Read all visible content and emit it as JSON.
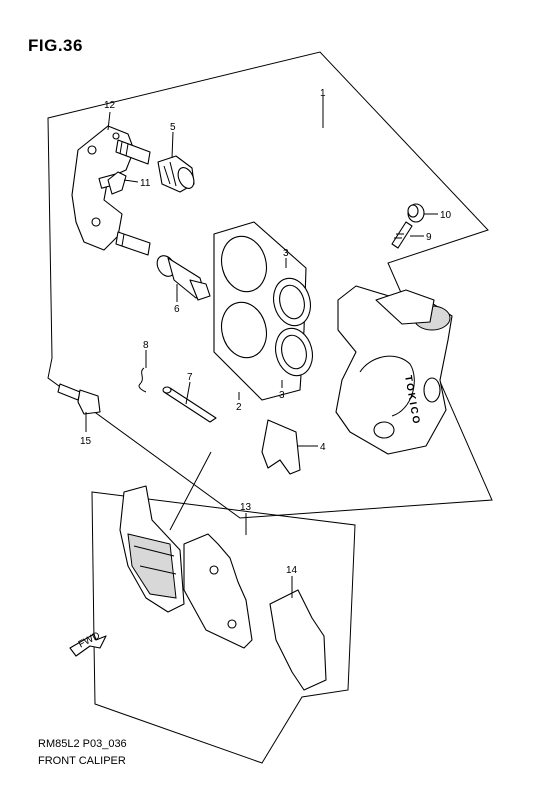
{
  "figure": {
    "title": "FIG.36",
    "code": "RM85L2 P03_036",
    "caption": "FRONT CALIPER"
  },
  "callouts": [
    "1",
    "2",
    "3",
    "3",
    "4",
    "5",
    "6",
    "7",
    "8",
    "9",
    "10",
    "11",
    "12",
    "13",
    "14",
    "15"
  ],
  "caliper_marking": "TOKICO",
  "direction_arrow_label": "FWD"
}
